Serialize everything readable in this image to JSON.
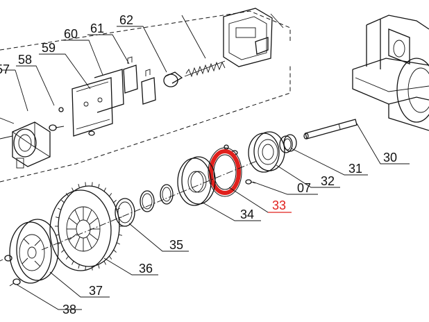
{
  "callouts": {
    "c57": "57",
    "c58": "58",
    "c59": "59",
    "c60": "60",
    "c61": "61",
    "c62": "62",
    "c30": "30",
    "c31": "31",
    "c32": "32",
    "c07": "07",
    "c33": "33",
    "c34": "34",
    "c35": "35",
    "c36": "36",
    "c37": "37",
    "c38": "38"
  },
  "highlighted_part": "33",
  "colors": {
    "line": "#111111",
    "highlight": "#e0201c",
    "background": "#ffffff"
  }
}
